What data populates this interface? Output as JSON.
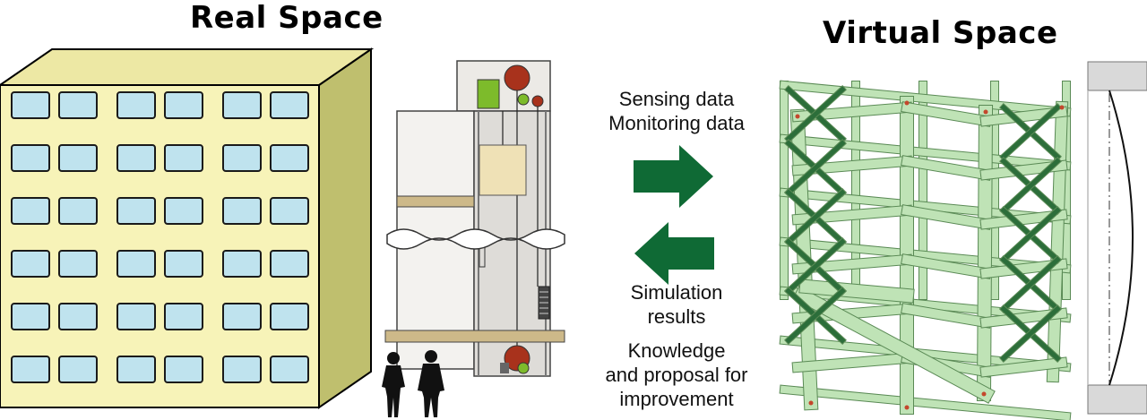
{
  "titles": {
    "real_space": "Real Space",
    "virtual_space": "Virtual Space"
  },
  "flows": {
    "to_virtual": {
      "line1": "Sensing data",
      "line2": "Monitoring data",
      "arrow_direction": "right",
      "arrow_color": "#0f6a35"
    },
    "to_real": {
      "simulation_line1": "Simulation",
      "simulation_line2": "results",
      "knowledge_line1": "Knowledge",
      "knowledge_line2": "and proposal for",
      "knowledge_line3": "improvement",
      "arrow_direction": "left",
      "arrow_color": "#0f6a35"
    }
  },
  "colors": {
    "building_face": "#f7f3b8",
    "building_side": "#bfbf6e",
    "window_glass": "#bfe3ee",
    "frame_green": "#bfe3b6",
    "frame_edge": "#5a8a55",
    "brace_dark": "#2c6e3a",
    "sheave_red": "#a8321c",
    "weight_green": "#7dbb2b"
  },
  "icons": {
    "building": "apartment-building-icon",
    "elevator": "elevator-shaft-icon",
    "people": "people-silhouette-icon",
    "frame": "structural-frame-model-icon",
    "deformation": "column-deflection-icon"
  }
}
